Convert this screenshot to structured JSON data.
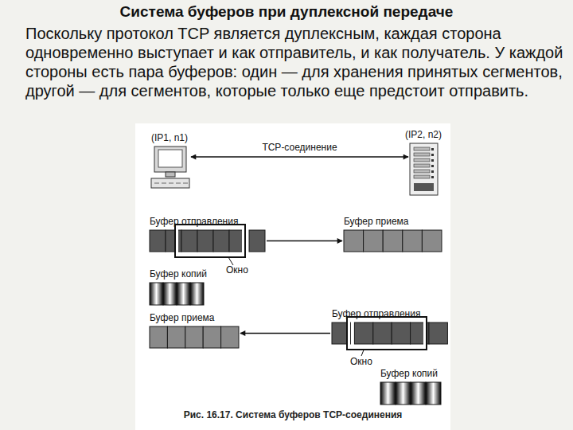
{
  "diagram": {
    "title": "Система буферов при дуплексной передаче",
    "caption": "Рис. 16.17. Система буферов TCP-соединения",
    "nodes": [
      {
        "text": [
          "(IP1, n1)"
        ]
      },
      {
        "text": [
          "(IP2, n2)"
        ]
      },
      {
        "text": [
          "Буфер отправления"
        ]
      },
      {
        "text": [
          "Буфер копий"
        ]
      },
      {
        "text": [
          "Буфер приема"
        ]
      },
      {
        "text": [
          "Буфер приема"
        ]
      },
      {
        "text": [
          "Буфер отправления"
        ]
      },
      {
        "text": [
          "Буфер копий"
        ]
      }
    ],
    "edges": [
      {
        "from": 0,
        "to": 1,
        "arrow": "both",
        "label": "TCP-соединение"
      },
      {
        "from": 2,
        "to": 4,
        "arrow": "to"
      },
      {
        "from": 6,
        "to": 5,
        "arrow": "to"
      }
    ],
    "labels": [
      "Поскольку протокол TCP является дуплексным, каждая сторона одновременно выступает и как отправитель, и как получатель. У каждой стороны есть пара буферов: один — для хранения принятых сегментов, другой — для сегментов, которые только еще предстоит отправить.",
      "Окно",
      "Окно"
    ]
  }
}
